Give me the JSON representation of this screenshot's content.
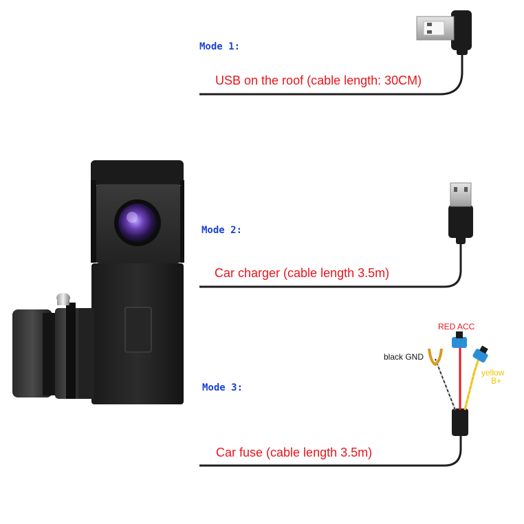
{
  "modes": [
    {
      "label": "Mode 1:",
      "description": "USB on the roof (cable length: 30CM)"
    },
    {
      "label": "Mode 2:",
      "description": "Car charger (cable length 3.5m)"
    },
    {
      "label": "Mode 3:",
      "description": "Car fuse  (cable length 3.5m)"
    }
  ],
  "fuse_wires": {
    "red": {
      "label": "RED ACC",
      "color": "#e8141c"
    },
    "black": {
      "label": "black GND",
      "color": "#111111"
    },
    "yellow": {
      "label_line1": "yellow",
      "label_line2": "B+",
      "color": "#f2c200"
    }
  },
  "colors": {
    "mode_label": "#1a3fd6",
    "cable_text": "#e8141c",
    "cable": "#1e1e1e"
  }
}
